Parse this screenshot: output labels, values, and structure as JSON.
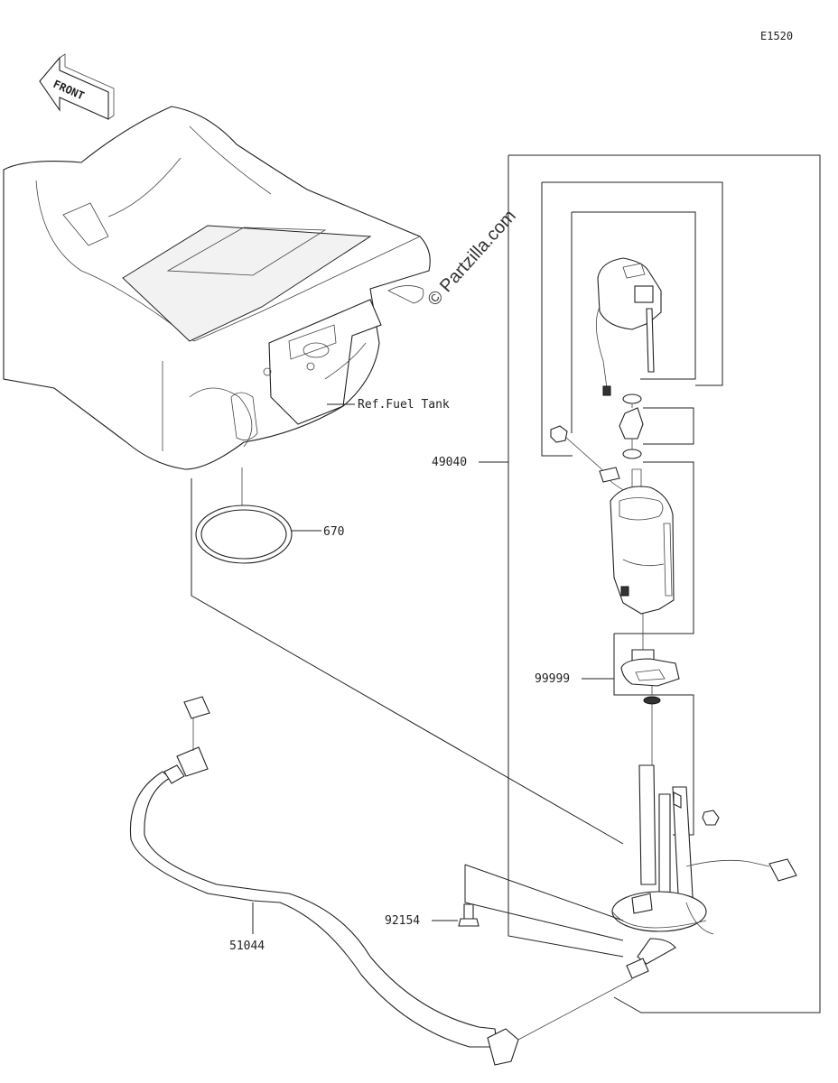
{
  "diagram_code": "E1520",
  "front_label": "FRONT",
  "watermark": "© Partzilla.com",
  "reference_label": "Ref.Fuel Tank",
  "parts": [
    {
      "number": "670"
    },
    {
      "number": "49040"
    },
    {
      "number": "99999"
    },
    {
      "number": "92154"
    },
    {
      "number": "51044"
    }
  ]
}
